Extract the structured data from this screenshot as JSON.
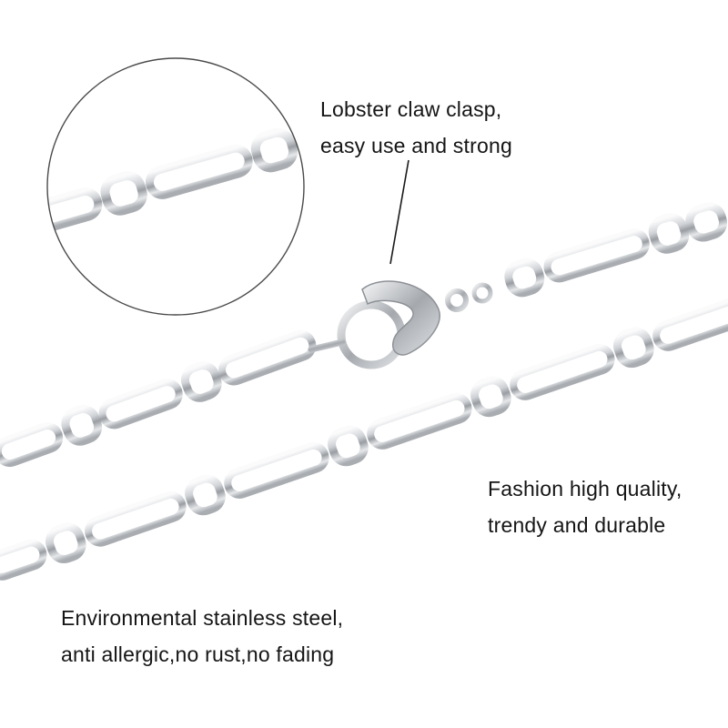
{
  "captions": {
    "clasp": {
      "line1": "Lobster claw clasp,",
      "line2": "easy use and strong"
    },
    "quality": {
      "line1": "Fashion high quality,",
      "line2": "trendy and durable"
    },
    "steel": {
      "line1": "Environmental stainless steel,",
      "line2": "anti allergic,no rust,no fading"
    }
  },
  "colors": {
    "background": "#ffffff",
    "text": "#151515",
    "metal_light": "#f4f5f6",
    "metal_mid": "#c9ccd0",
    "metal_dark": "#8d9196"
  }
}
